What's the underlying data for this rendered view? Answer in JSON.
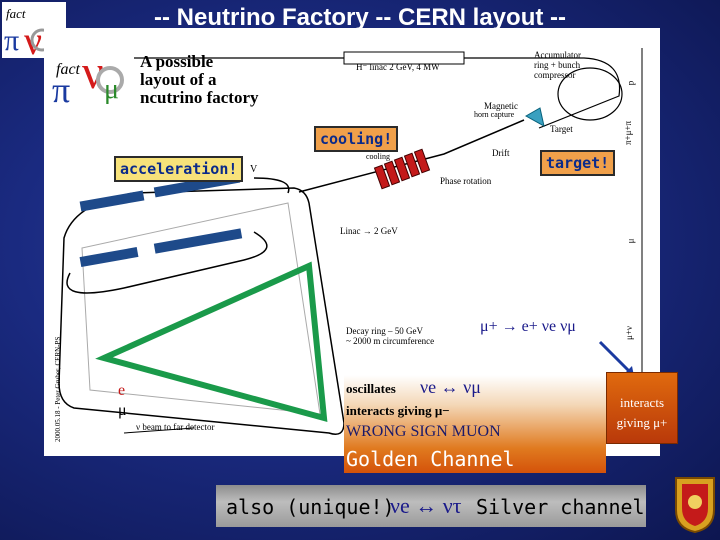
{
  "title": "-- Neutrino Factory -- CERN layout --",
  "figure": {
    "heading_line1": "A possible",
    "heading_line2": "layout of a",
    "heading_line3": "ncutrino factory",
    "logo_text": "fact",
    "linac_label": "H⁻ linac 2 GeV, 4 MW",
    "accumulator_label_1": "Accumulator",
    "accumulator_label_2": "ring + bunch",
    "accumulator_label_3": "compressor",
    "magnetic_label_1": "Magnetic",
    "magnetic_label_2": "horn capture",
    "target_label": "Target",
    "drift_label": "Drift",
    "phase_label": "Phase rotation",
    "linac2_label": "Linac → 2 GeV",
    "cooling_small": "cooling",
    "v_label": "V",
    "decay_label_1": "Decay ring – 50 GeV",
    "decay_label_2": "~ 2000 m circumference",
    "beam_label": "ν beam to far detector",
    "side_p": "p",
    "side_pimu": "π+μ+π",
    "side_mu": "μ",
    "side_munu": "μ+ν",
    "side_nu": "ν",
    "vertical_credit": "2000.05.18 - Peter Gruber, CERN-PS"
  },
  "callouts": {
    "acceleration": "acceleration!",
    "cooling": "cooling!",
    "target": "target!"
  },
  "decay_equation": "μ+ → e+ νe  νμ",
  "side_e": "e",
  "side_mu": "μ",
  "oscillation": {
    "oscillates": "oscillates",
    "relation": "νe ↔ νμ",
    "interacts": "interacts giving μ−",
    "wrong_sign": "WRONG SIGN MUON",
    "golden": "Golden Channel"
  },
  "interacts_box": {
    "line1": "interacts",
    "line2": "giving μ+"
  },
  "silver": {
    "prefix": "also (unique!) ",
    "relation": "νe ↔ ντ",
    "label": "Silver channel"
  },
  "colors": {
    "background": "#1a2a80",
    "callout_acceleration": "#f7e27a",
    "callout_cooling_target": "#f0a04a",
    "callout_text": "#0a2a8a",
    "wrong_sign": "#1a1a6a",
    "golden_text": "#ffffff"
  }
}
